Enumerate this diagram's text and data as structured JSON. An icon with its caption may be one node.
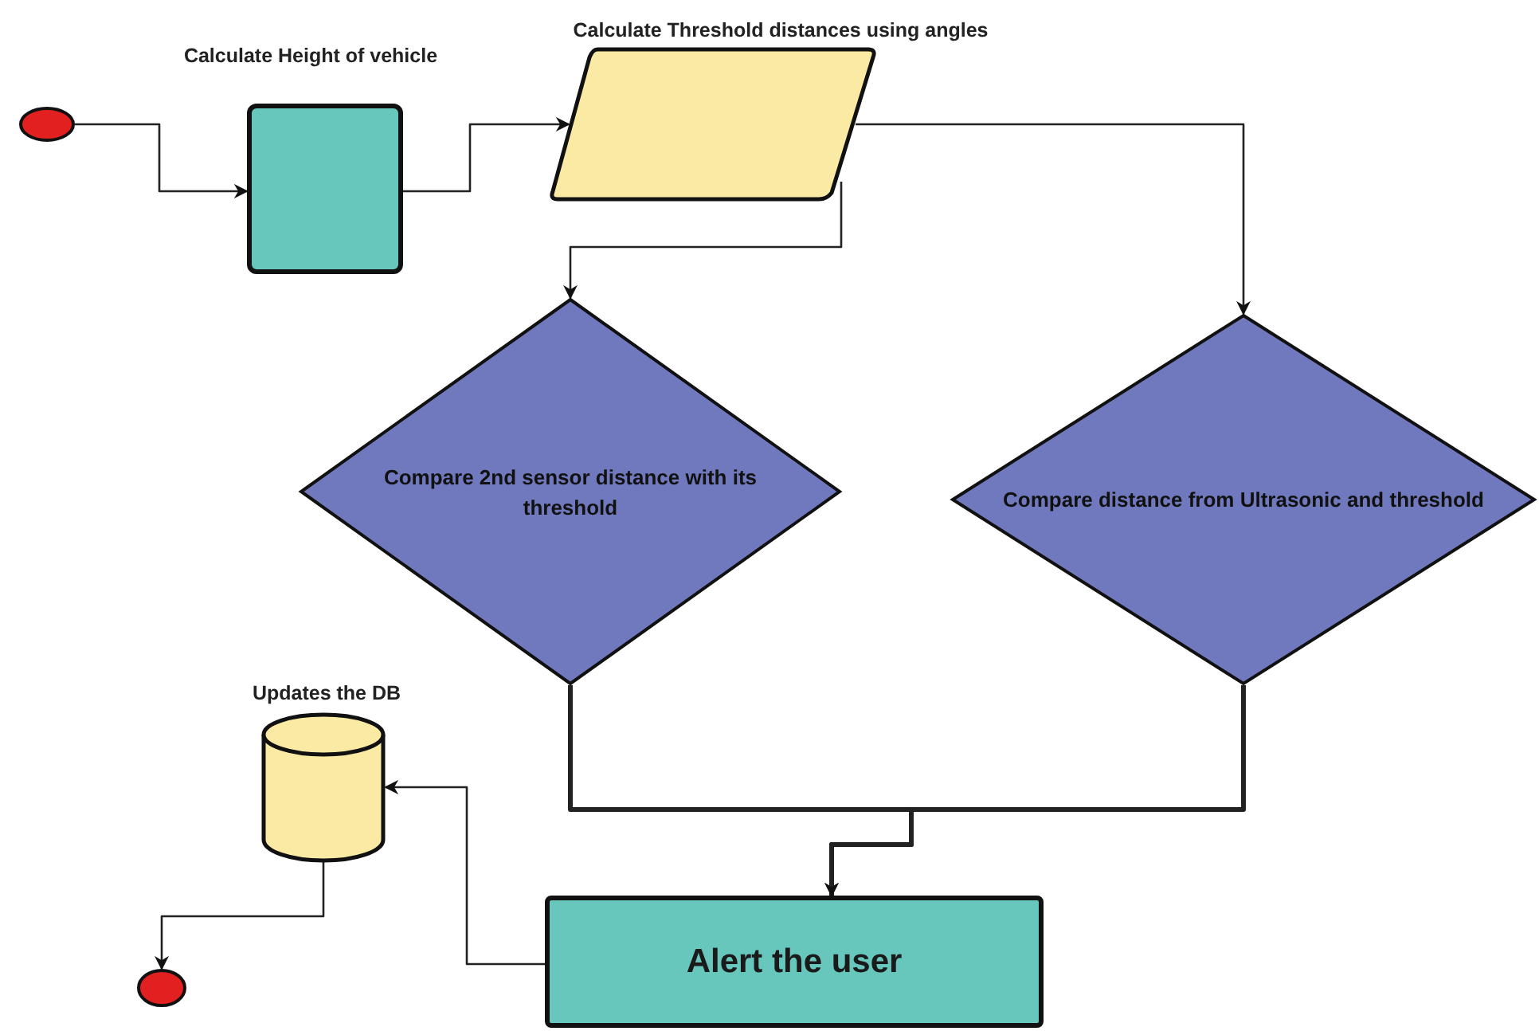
{
  "diagram": {
    "nodes": [
      {
        "text": [],
        "shape": "circle"
      },
      {
        "text": [
          "Calculate Height of vehicle"
        ]
      },
      {
        "text": [
          "Calculate Threshold distances using angles"
        ]
      },
      {
        "text": [
          "Compare 2nd sensor distance with its threshold"
        ]
      },
      {
        "text": [
          "Compare distance from Ultrasonic and threshold"
        ]
      },
      {
        "text": [
          "Alert the user"
        ]
      },
      {
        "text": [
          "Updates the DB"
        ]
      },
      {
        "text": [],
        "shape": "circle"
      }
    ],
    "edges": [
      {
        "from": 0,
        "to": 1,
        "arrow": "to"
      },
      {
        "from": 1,
        "to": 2,
        "arrow": "to"
      },
      {
        "from": 2,
        "to": 3,
        "arrow": "to"
      },
      {
        "from": 2,
        "to": 4,
        "arrow": "to"
      },
      {
        "from": 3,
        "to": 5,
        "arrow": "to",
        "style": "thick"
      },
      {
        "from": 4,
        "to": 5,
        "arrow": "to",
        "style": "thick"
      },
      {
        "from": 5,
        "to": 6,
        "arrow": "to"
      },
      {
        "from": 6,
        "to": 7,
        "arrow": "to"
      }
    ]
  }
}
